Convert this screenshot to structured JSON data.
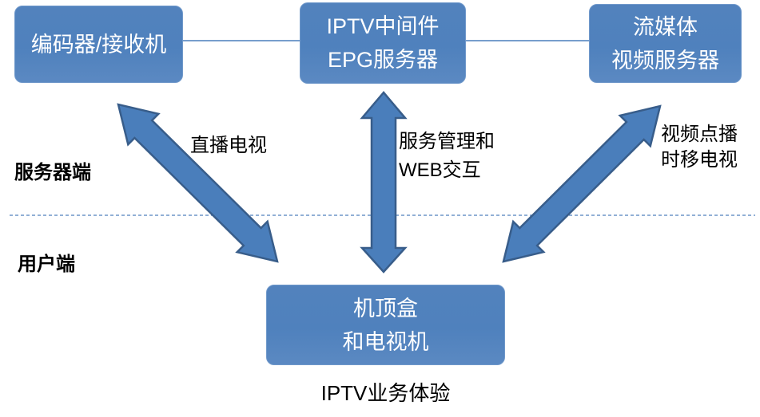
{
  "boxes": {
    "encoder": {
      "line1": "编码器/接收机"
    },
    "middleware": {
      "line1": "IPTV中间件",
      "line2": "EPG服务器"
    },
    "streaming": {
      "line1": "流媒体",
      "line2": "视频服务器"
    },
    "stb": {
      "line1": "机顶盒",
      "line2": "和电视机"
    }
  },
  "arrow_labels": {
    "live_tv": "直播电视",
    "service_web_line1": "服务管理和",
    "service_web_line2": "WEB交互",
    "vod_line1": "视频点播",
    "vod_line2": "时移电视"
  },
  "zone_labels": {
    "server_side": "服务器端",
    "client_side": "用户端"
  },
  "caption": "IPTV业务体验",
  "colors": {
    "box_fill": "#4f81bd",
    "box_border": "#6f98ca",
    "box_text": "#ffffff",
    "arrow_fill": "#4a7ebb",
    "arrow_border": "#385d8a",
    "connector_line": "#4a7ebb",
    "divider_line": "#4f81bd",
    "label_text": "#000000",
    "background": "#ffffff"
  }
}
